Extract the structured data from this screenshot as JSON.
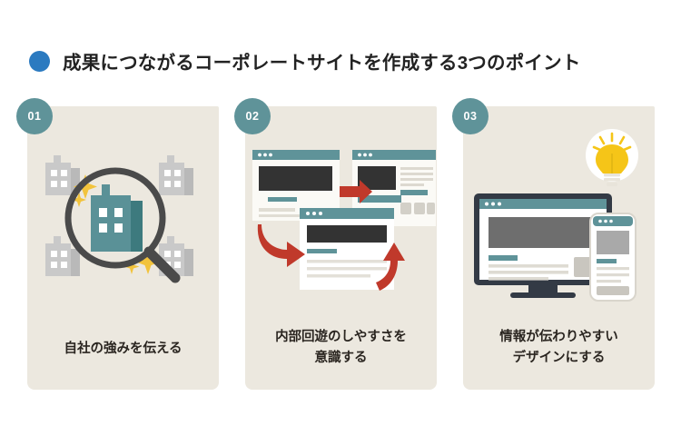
{
  "header": {
    "bullet_color": "#2b7ac0",
    "title": "成果につながるコーポレートサイトを作成する3つのポイント"
  },
  "theme": {
    "page_background": "#ffffff",
    "card_background": "#ece8df",
    "badge_color": "#5f9399",
    "accent_teal": "#5f9399",
    "dark_ink": "#333333",
    "arrow_red": "#c0392b",
    "bulb_yellow": "#f5c518",
    "building_gray": "#c9c9c9",
    "sparkle_yellow": "#f2c33c"
  },
  "cards": [
    {
      "number": "01",
      "label": "自社の強みを伝える",
      "illustration": "magnifier-over-buildings"
    },
    {
      "number": "02",
      "label": "内部回遊のしやすさを\n意識する",
      "illustration": "browser-windows-with-arrows"
    },
    {
      "number": "03",
      "label": "情報が伝わりやすい\nデザインにする",
      "illustration": "desktop-and-mobile-with-lightbulb"
    }
  ]
}
